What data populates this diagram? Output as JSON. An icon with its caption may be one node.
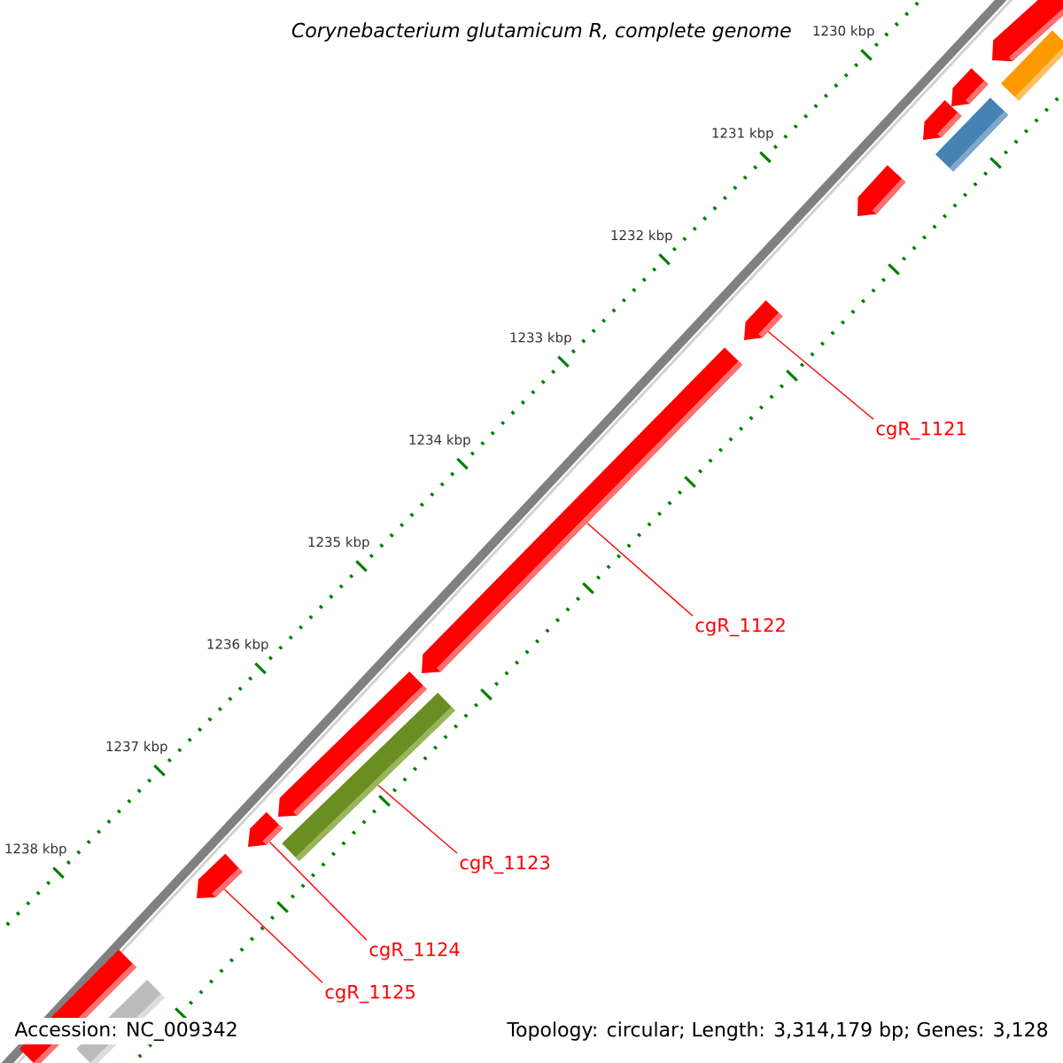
{
  "diagram": {
    "title": "Corynebacterium glutamicum R, complete genome",
    "nodes": [
      {
        "text": [
          "cgR_1121"
        ]
      },
      {
        "text": [
          "cgR_1122"
        ]
      },
      {
        "text": [
          "cgR_1123"
        ]
      },
      {
        "text": [
          "cgR_1124"
        ]
      },
      {
        "text": [
          "cgR_1125"
        ]
      },
      {
        "text": [],
        "shape": "arrow"
      },
      {
        "text": [],
        "shape": "bar"
      },
      {
        "text": [],
        "shape": "arrow"
      },
      {
        "text": [],
        "shape": "arrow"
      },
      {
        "text": [],
        "shape": "bar"
      },
      {
        "text": [],
        "shape": "arrow"
      },
      {
        "text": [],
        "shape": "arrow"
      },
      {
        "text": [],
        "shape": "arrow"
      },
      {
        "text": [],
        "shape": "arrow"
      },
      {
        "text": [],
        "shape": "bar"
      },
      {
        "text": [],
        "shape": "arrow"
      },
      {
        "text": [],
        "shape": "arrow"
      },
      {
        "text": [],
        "shape": "bar"
      },
      {
        "text": [],
        "shape": "bar"
      }
    ],
    "edges": [
      {
        "from": 0,
        "to": 11,
        "arrow": "none"
      },
      {
        "from": 1,
        "to": 12,
        "arrow": "none"
      },
      {
        "from": 2,
        "to": 14,
        "arrow": "none"
      },
      {
        "from": 3,
        "to": 15,
        "arrow": "none"
      },
      {
        "from": 4,
        "to": 16,
        "arrow": "none"
      }
    ],
    "labels": [
      "1230 kbp",
      "1231 kbp",
      "1232 kbp",
      "1233 kbp",
      "1234 kbp",
      "1235 kbp",
      "1236 kbp",
      "1237 kbp",
      "1238 kbp",
      "Accession: NC_009342",
      "Topology: circular; Length: 3,314,179 bp; Genes: 3,128"
    ]
  }
}
